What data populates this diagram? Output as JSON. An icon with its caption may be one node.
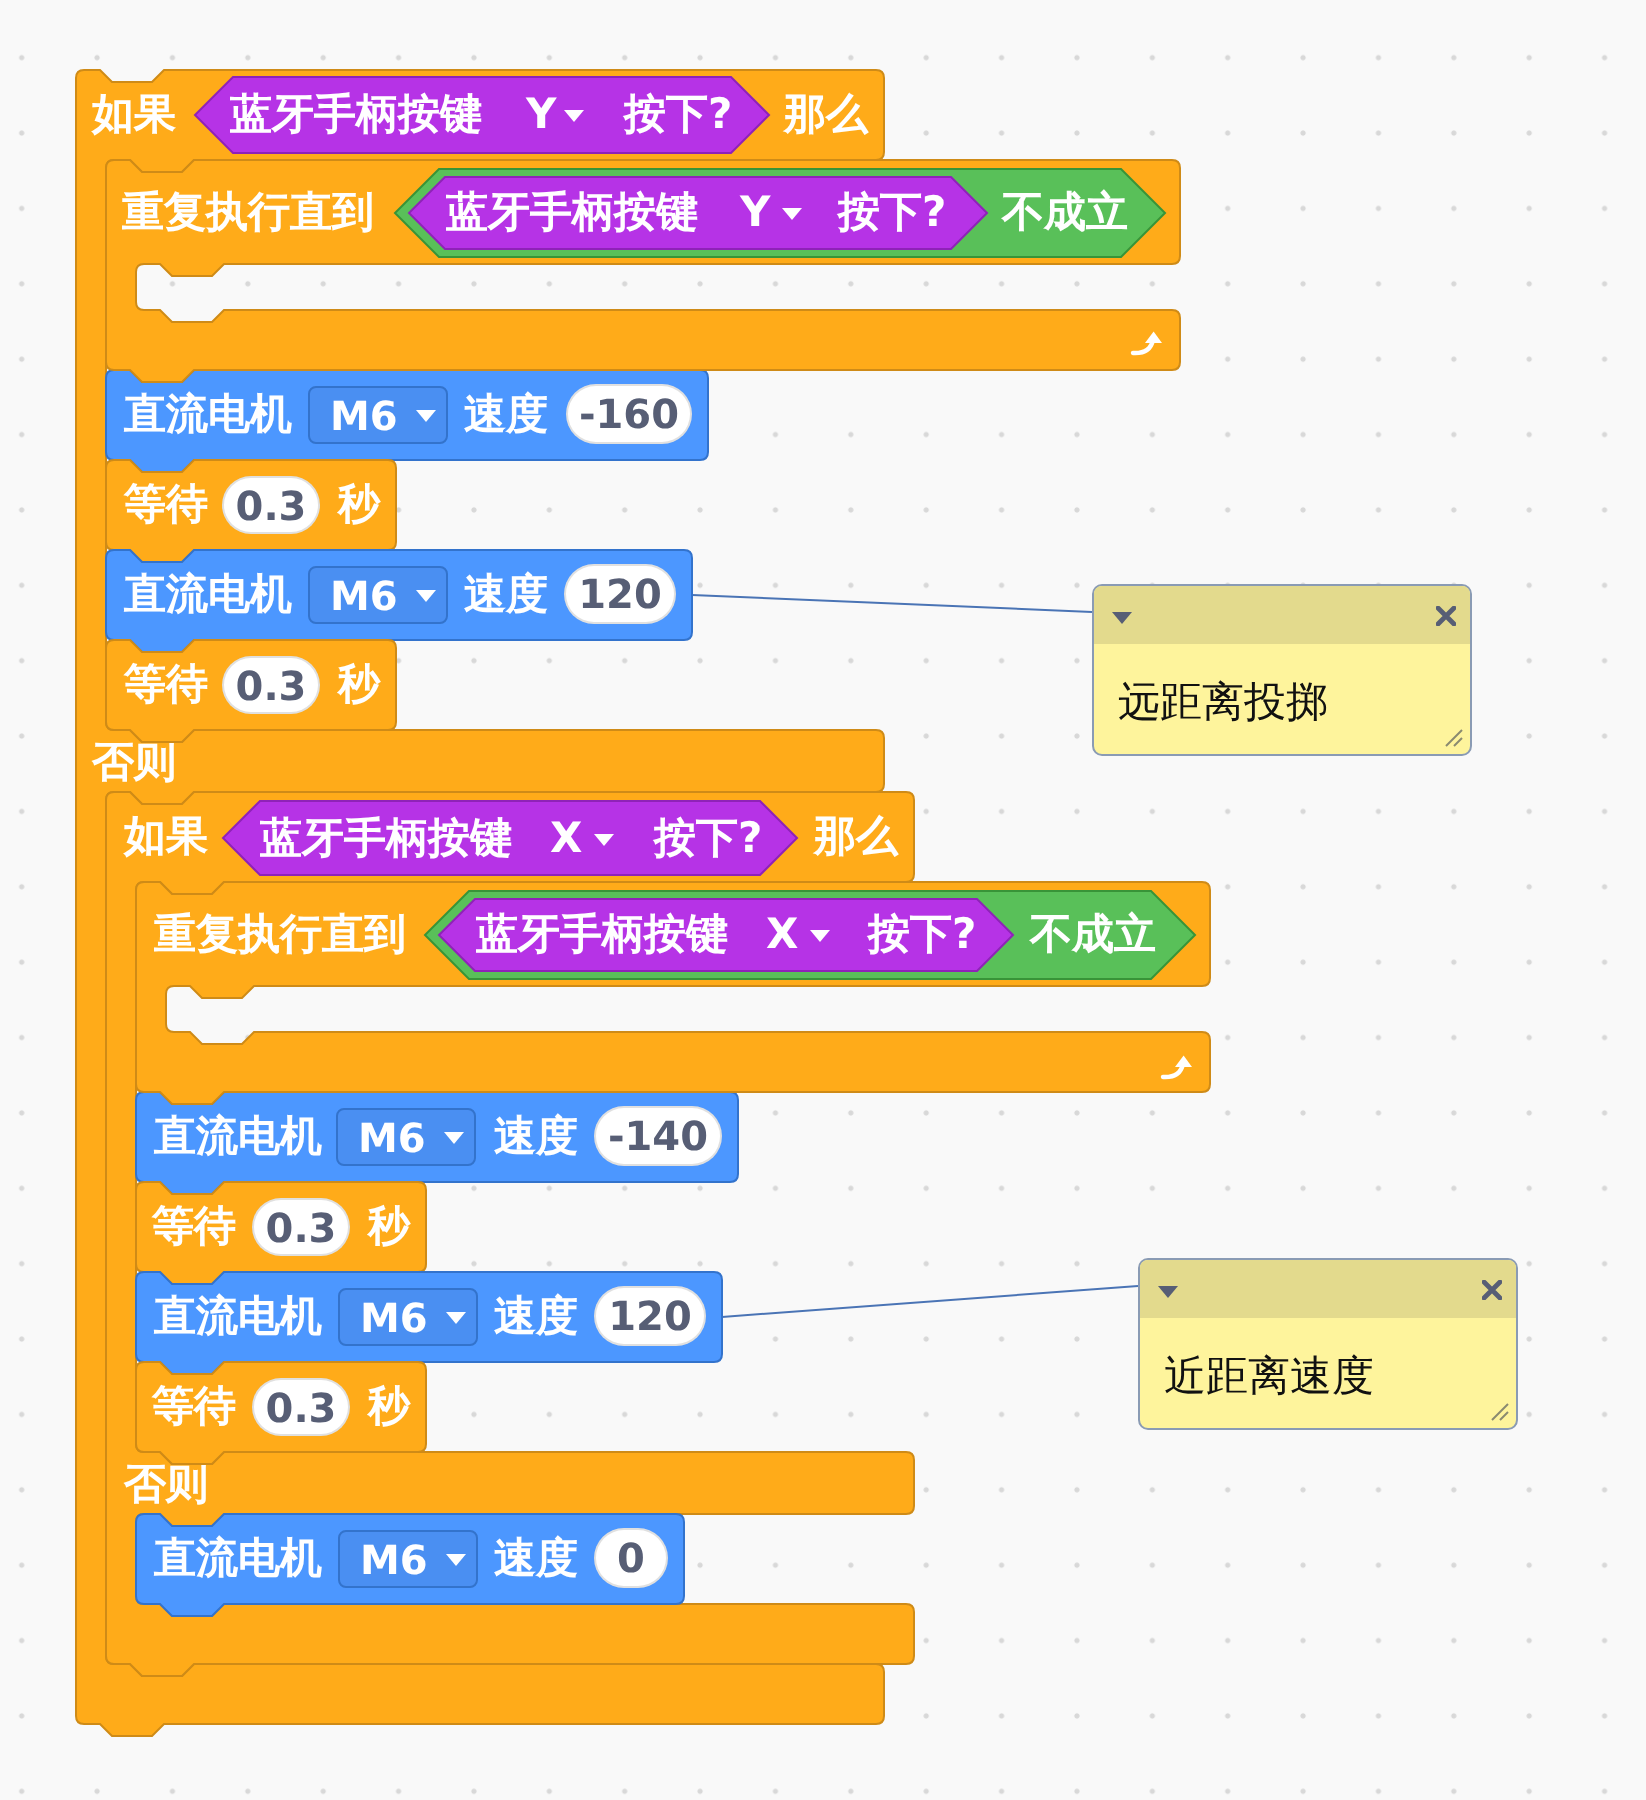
{
  "diagram": {
    "nodes": [
      {
        "text": [
          "如果",
          "那么",
          "否则"
        ]
      },
      {
        "text": [
          "蓝牙手柄按键",
          "Y",
          "按下?"
        ],
        "in": 0
      },
      {
        "text": [
          "重复执行直到"
        ]
      },
      {
        "text": [
          "不成立"
        ],
        "in": 2
      },
      {
        "text": [
          "蓝牙手柄按键",
          "Y",
          "按下?"
        ],
        "in": 3
      },
      {
        "text": [
          "直流电机",
          "速度"
        ],
        "in": 0
      },
      {
        "text": [
          "M6"
        ],
        "in": 5
      },
      {
        "text": [
          "-160"
        ],
        "in": 5
      },
      {
        "text": [
          "等待",
          "秒"
        ],
        "in": 0
      },
      {
        "text": [
          "0.3"
        ],
        "in": 8
      },
      {
        "text": [
          "直流电机",
          "速度"
        ],
        "in": 0
      },
      {
        "text": [
          "M6"
        ],
        "in": 10
      },
      {
        "text": [
          "120"
        ],
        "in": 10
      },
      {
        "text": [
          "等待",
          "秒"
        ],
        "in": 0
      },
      {
        "text": [
          "0.3"
        ],
        "in": 13
      },
      {
        "text": [
          "如果",
          "那么",
          "否则"
        ]
      },
      {
        "text": [
          "蓝牙手柄按键",
          "X",
          "按下?"
        ],
        "in": 15
      },
      {
        "text": [
          "重复执行直到"
        ]
      },
      {
        "text": [
          "不成立"
        ],
        "in": 17
      },
      {
        "text": [
          "蓝牙手柄按键",
          "X",
          "按下?"
        ],
        "in": 18
      },
      {
        "text": [
          "直流电机",
          "速度"
        ],
        "in": 15
      },
      {
        "text": [
          "M6"
        ],
        "in": 20
      },
      {
        "text": [
          "-140"
        ],
        "in": 20
      },
      {
        "text": [
          "等待",
          "秒"
        ],
        "in": 15
      },
      {
        "text": [
          "0.3"
        ],
        "in": 23
      },
      {
        "text": [
          "直流电机",
          "速度"
        ],
        "in": 15
      },
      {
        "text": [
          "M6"
        ],
        "in": 25
      },
      {
        "text": [
          "120"
        ],
        "in": 25
      },
      {
        "text": [
          "等待",
          "秒"
        ],
        "in": 15
      },
      {
        "text": [
          "0.3"
        ],
        "in": 28
      },
      {
        "text": [
          "直流电机",
          "速度"
        ],
        "in": 15
      },
      {
        "text": [
          "M6"
        ],
        "in": 30
      },
      {
        "text": [
          "0"
        ],
        "in": 30
      },
      {
        "text": [
          "远距离投掷"
        ]
      },
      {
        "text": [
          "近距离速度"
        ]
      }
    ],
    "edges": [
      {
        "from": 10,
        "to": 33,
        "arrow": "none"
      },
      {
        "from": 25,
        "to": 34,
        "arrow": "none"
      }
    ]
  }
}
